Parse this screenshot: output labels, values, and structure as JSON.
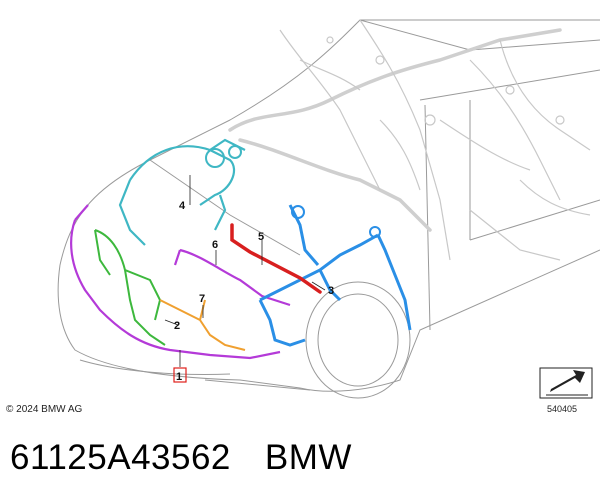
{
  "callouts": [
    {
      "id": "1",
      "label": "1",
      "color": "#e0201b"
    },
    {
      "id": "2",
      "label": "2"
    },
    {
      "id": "3",
      "label": "3"
    },
    {
      "id": "4",
      "label": "4"
    },
    {
      "id": "5",
      "label": "5"
    },
    {
      "id": "6",
      "label": "6"
    },
    {
      "id": "7",
      "label": "7"
    }
  ],
  "harness_colors": {
    "front_bumper": "#b43ad8",
    "headlight_left": "#3db83d",
    "engine_upper": "#3fb7c4",
    "engine_main": "#2a8fe6",
    "battery_cable": "#d81f1f",
    "front_module": "#f0a030"
  },
  "copyright": "© 2024 BMW AG",
  "reference_number": "540405",
  "footer": {
    "part_number": "61125A43562",
    "brand": "BMW"
  },
  "icons": [
    "view-direction-arrow-icon"
  ]
}
